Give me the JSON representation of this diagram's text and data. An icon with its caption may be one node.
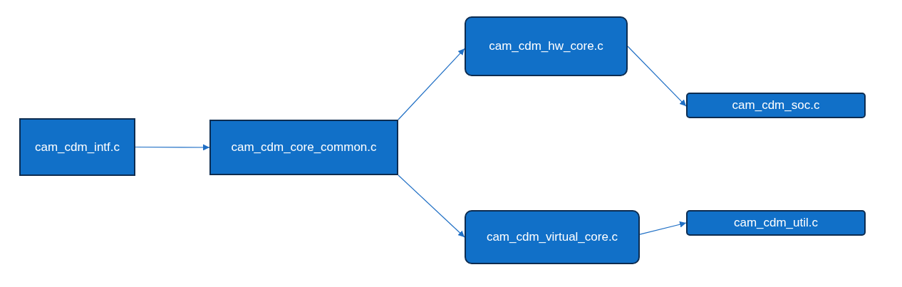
{
  "diagram": {
    "nodes": [
      {
        "text": [
          "cam_cdm_intf.c"
        ]
      },
      {
        "text": [
          "cam_cdm_core_common.c"
        ]
      },
      {
        "text": [
          "cam_cdm_hw_core.c"
        ]
      },
      {
        "text": [
          "cam_cdm_soc.c"
        ]
      },
      {
        "text": [
          "cam_cdm_virtual_core.c"
        ]
      },
      {
        "text": [
          "cam_cdm_util.c"
        ]
      }
    ],
    "edges": [
      {
        "from": 0,
        "to": 1,
        "arrow": "to"
      },
      {
        "from": 1,
        "to": 2,
        "arrow": "to"
      },
      {
        "from": 2,
        "to": 3,
        "arrow": "to"
      },
      {
        "from": 1,
        "to": 4,
        "arrow": "to"
      },
      {
        "from": 4,
        "to": 5,
        "arrow": "to"
      }
    ]
  }
}
